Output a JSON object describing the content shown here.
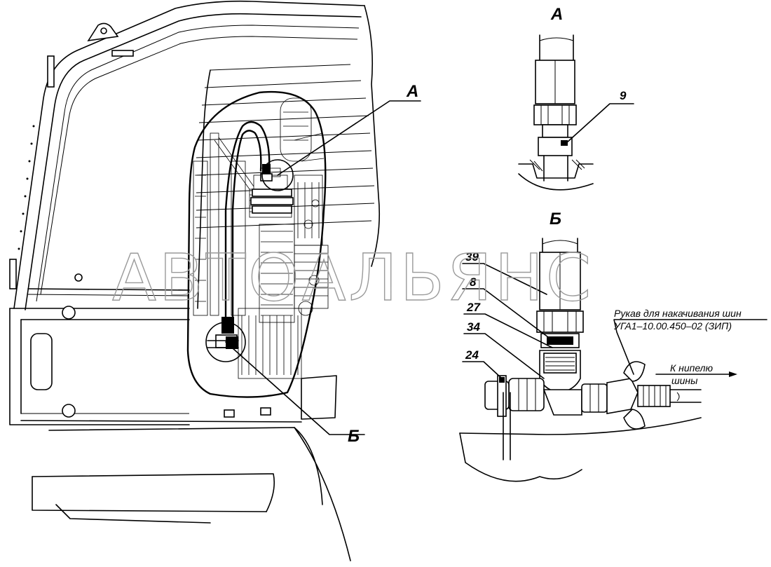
{
  "watermark": "АВТОАЛЬЯНС",
  "view_labels": {
    "main_a": "А",
    "main_b": "Б",
    "detail_a_title": "А",
    "detail_b_title": "Б"
  },
  "callouts": {
    "c9": "9",
    "c39": "39",
    "c8": "8",
    "c27": "27",
    "c34": "34",
    "c24": "24"
  },
  "notes": {
    "hose_line1": "Рукав для накачивания шин",
    "hose_line2": "УГА1–10.00.450–02 (ЗИП)",
    "nipple_line1": "К нипелю",
    "nipple_line2": "шины"
  }
}
